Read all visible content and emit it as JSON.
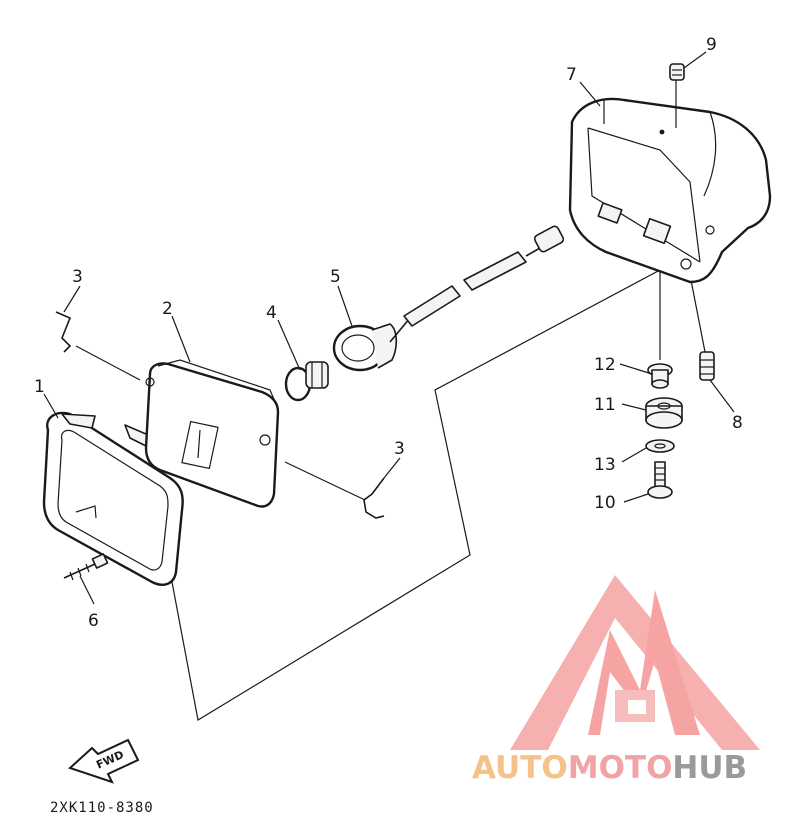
{
  "diagram": {
    "callouts": [
      {
        "id": "callout-1",
        "text": "1"
      },
      {
        "id": "callout-2",
        "text": "2"
      },
      {
        "id": "callout-3a",
        "text": "3"
      },
      {
        "id": "callout-3b",
        "text": "3"
      },
      {
        "id": "callout-4",
        "text": "4"
      },
      {
        "id": "callout-5",
        "text": "5"
      },
      {
        "id": "callout-6",
        "text": "6"
      },
      {
        "id": "callout-7",
        "text": "7"
      },
      {
        "id": "callout-8",
        "text": "8"
      },
      {
        "id": "callout-9",
        "text": "9"
      },
      {
        "id": "callout-10",
        "text": "10"
      },
      {
        "id": "callout-11",
        "text": "11"
      },
      {
        "id": "callout-12",
        "text": "12"
      },
      {
        "id": "callout-13",
        "text": "13"
      }
    ],
    "fwd_label": "FWD",
    "diagram_code": "2XK110-8380"
  },
  "watermark": {
    "word_1": "AUTO",
    "word_2": "MOTO",
    "word_3": "HUB",
    "color_1": "#f5c28a",
    "color_2": "#f2a3a3",
    "color_3": "#9a9a9a",
    "logo_color": "#f7a8a8"
  }
}
